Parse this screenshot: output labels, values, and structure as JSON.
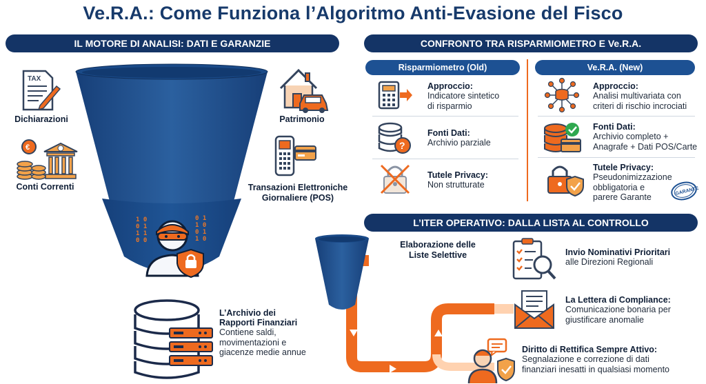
{
  "title": "Ve.R.A.: Come Funziona l’Algoritmo Anti-Evasione del Fisco",
  "left": {
    "header": "IL MOTORE DI ANALISI: DATI E GARANZIE",
    "tax_text": "TAX",
    "sources": {
      "dichiarazioni": "Dichiarazioni",
      "conti_correnti": "Conti Correnti",
      "patrimonio": "Patrimonio",
      "transazioni_1": "Transazioni Elettroniche",
      "transazioni_2": "Giornaliere (POS)"
    },
    "archive": {
      "title_1": "L’Archivio dei",
      "title_2": "Rapporti Finanziari",
      "desc_1": "Contiene saldi,",
      "desc_2": "movimentazioni e",
      "desc_3": "giacenze medie annue"
    }
  },
  "compare": {
    "header": "CONFRONTO TRA RISPARMIOMETRO E Ve.R.A.",
    "old": {
      "label": "Risparmiometro (Old)",
      "rows": [
        {
          "title": "Approccio:",
          "lines": [
            "Indicatore sintetico",
            "di risparmio"
          ]
        },
        {
          "title": "Fonti Dati:",
          "lines": [
            "Archivio parziale"
          ]
        },
        {
          "title": "Tutele Privacy:",
          "lines": [
            "Non strutturate"
          ]
        }
      ]
    },
    "new": {
      "label": "Ve.R.A. (New)",
      "rows": [
        {
          "title": "Approccio:",
          "lines": [
            "Analisi multivariata con",
            "criteri di rischio incrociati"
          ]
        },
        {
          "title": "Fonti Dati:",
          "lines": [
            "Archivio completo +",
            "Anagrafe + Dati POS/Carte"
          ]
        },
        {
          "title": "Tutele Privacy:",
          "lines": [
            "Pseudonimizzazione",
            "obbligatoria e",
            "parere Garante"
          ]
        }
      ],
      "stamp": "GARANTE"
    }
  },
  "process": {
    "header": "L’ITER OPERATIVO: DALLA LISTA AL CONTROLLO",
    "start_1": "Elaborazione delle",
    "start_2": "Liste Selettive",
    "steps": [
      {
        "title": "Invio Nominativi Prioritari",
        "lines": [
          "alle Direzioni Regionali"
        ]
      },
      {
        "title": "La Lettera di Compliance:",
        "lines": [
          "Comunicazione bonaria per",
          "giustificare anomalie"
        ]
      },
      {
        "title": "Diritto di Rettifica Sempre Attivo:",
        "lines": [
          "Segnalazione e correzione di dati",
          "finanziari inesatti in qualsiasi momento"
        ]
      }
    ]
  },
  "colors": {
    "navy": "#143466",
    "blue": "#1d5193",
    "orange": "#ee6a1f",
    "funnel_top": "#2a5d9c",
    "funnel_bottom": "#1b4a87"
  }
}
